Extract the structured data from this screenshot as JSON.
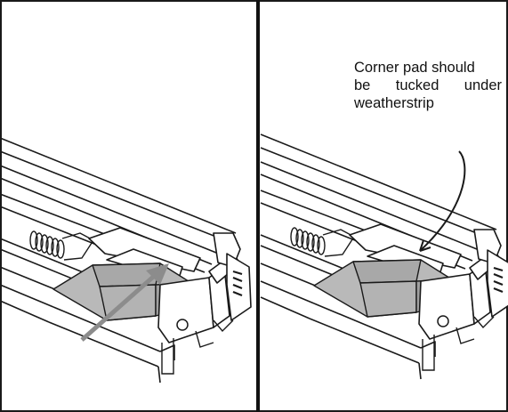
{
  "figure": {
    "left_panel": {
      "description_icon": "window-rail-assembly-with-arrow"
    },
    "right_panel": {
      "callout_lines": [
        "Corner pad should",
        "be tucked under",
        "weatherstrip"
      ]
    }
  },
  "colors": {
    "outline": "#1a1a1a",
    "pad_fill": "#b9b9b9",
    "pad_dark": "#a8a8a8",
    "arrow": "#8c8c8c",
    "background": "#ffffff"
  }
}
